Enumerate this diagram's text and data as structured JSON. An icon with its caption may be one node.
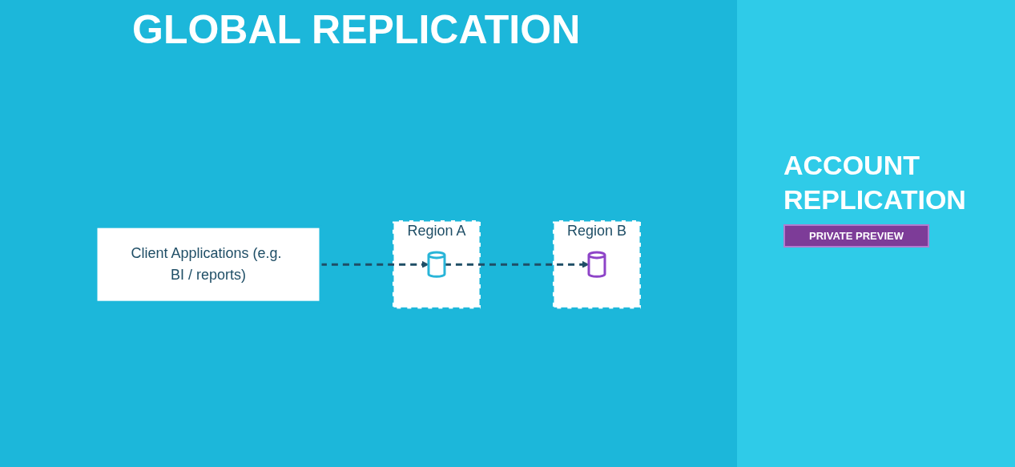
{
  "diagram": {
    "title": "GLOBAL REPLICATION",
    "nodes": [
      {
        "text": [
          "Region A"
        ]
      },
      {
        "text": [],
        "shape": "cylinder",
        "in": 0
      },
      {
        "text": [
          "Region B"
        ]
      },
      {
        "text": [],
        "shape": "cylinder",
        "in": 2
      },
      {
        "text": [
          "Client Applications (e.g. BI / reports)"
        ]
      }
    ],
    "edges": [
      {
        "from": 4,
        "to": 1,
        "arrow": "to",
        "style": "dashed"
      },
      {
        "from": 1,
        "to": 3,
        "arrow": "to",
        "style": "dashed"
      }
    ],
    "labels": [
      "ACCOUNT REPLICATION",
      "PRIVATE PREVIEW"
    ]
  }
}
